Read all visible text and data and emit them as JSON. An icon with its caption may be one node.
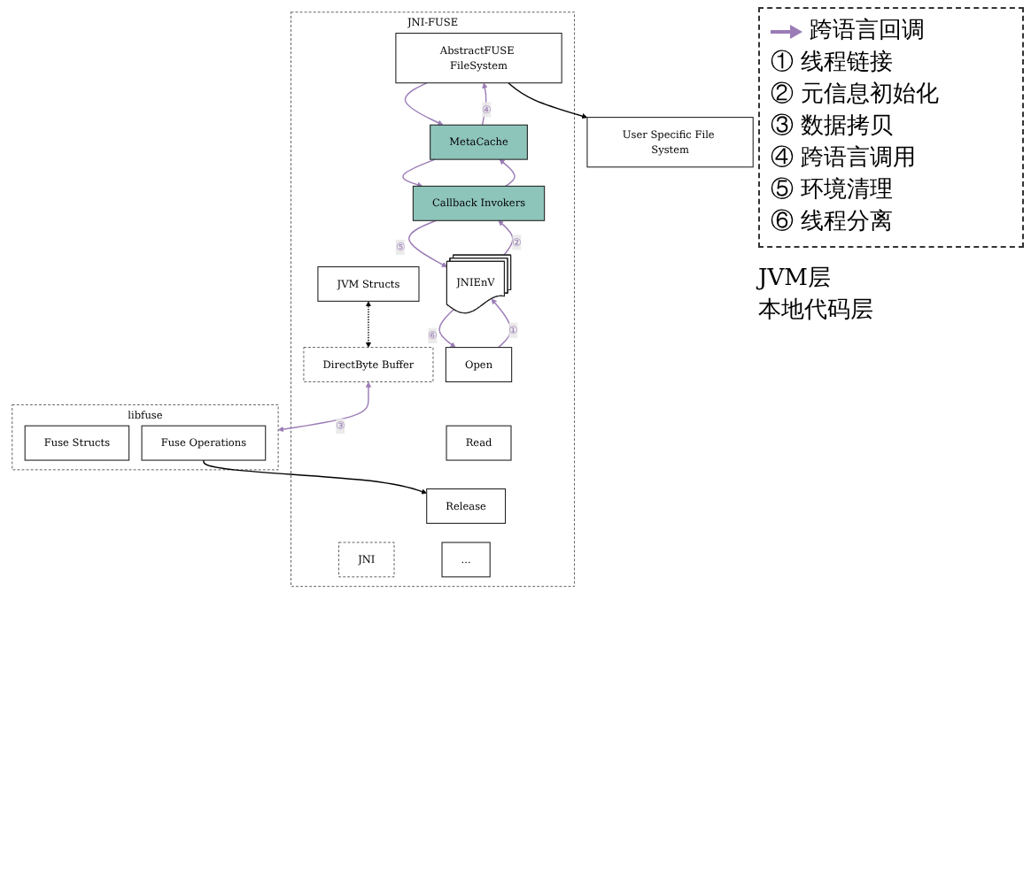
{
  "diagram": {
    "nodes": [
      {
        "text": [
          "User Specific File System"
        ]
      },
      {
        "text": [
          "JNI-FUSE"
        ]
      },
      {
        "text": [
          "AbstractFUSE FileSystem"
        ],
        "in": 1
      },
      {
        "text": [
          "JVM Structs"
        ],
        "in": 1
      },
      {
        "text": [
          "JNI"
        ],
        "in": 1
      },
      {
        "text": [
          "DirectByte Buffer"
        ],
        "in": 1
      },
      {
        "text": [
          "MetaCache"
        ],
        "in": 1
      },
      {
        "text": [
          "Callback Invokers"
        ],
        "in": 1
      },
      {
        "text": [
          "JNIEnV"
        ],
        "in": 1
      },
      {
        "text": [
          "Open"
        ],
        "in": 1
      },
      {
        "text": [
          "Read"
        ],
        "in": 1
      },
      {
        "text": [
          "Release"
        ],
        "in": 1
      },
      {
        "text": [
          "..."
        ],
        "in": 1
      },
      {
        "text": [
          "libfuse"
        ]
      },
      {
        "text": [
          "Fuse Structs"
        ],
        "in": 13
      },
      {
        "text": [
          "Fuse Operations"
        ],
        "in": 13
      }
    ],
    "edges": [
      {
        "from": 2,
        "to": 0,
        "arrow": "to",
        "color": "#000000"
      },
      {
        "from": 3,
        "to": 5,
        "arrow": "both",
        "style": "dashed",
        "color": "#000000"
      },
      {
        "from": 2,
        "to": 6,
        "arrow": "to"
      },
      {
        "from": 6,
        "to": 2,
        "arrow": "to",
        "label": "④"
      },
      {
        "from": 6,
        "to": 7,
        "arrow": "to"
      },
      {
        "from": 7,
        "to": 6,
        "arrow": "to"
      },
      {
        "from": 7,
        "to": 8,
        "arrow": "to",
        "label": "⑤"
      },
      {
        "from": 8,
        "to": 7,
        "arrow": "to",
        "label": "②"
      },
      {
        "from": 8,
        "to": 9,
        "arrow": "to",
        "label": "⑥"
      },
      {
        "from": 9,
        "to": 8,
        "arrow": "to",
        "label": "①"
      },
      {
        "from": 5,
        "to": 13,
        "arrow": "both",
        "label": "③"
      },
      {
        "from": 15,
        "to": 11,
        "arrow": "to",
        "color": "#000000"
      }
    ],
    "labels": [
      "JVM层",
      "本地代码层"
    ],
    "legend": [
      {
        "text": "跨语言回调"
      },
      {
        "text": "① 线程链接"
      },
      {
        "text": "② 元信息初始化"
      },
      {
        "text": "③ 数据拷贝"
      },
      {
        "text": "④ 跨语言调用"
      },
      {
        "text": "⑤ 环境清理"
      },
      {
        "text": "⑥ 线程分离"
      }
    ]
  }
}
